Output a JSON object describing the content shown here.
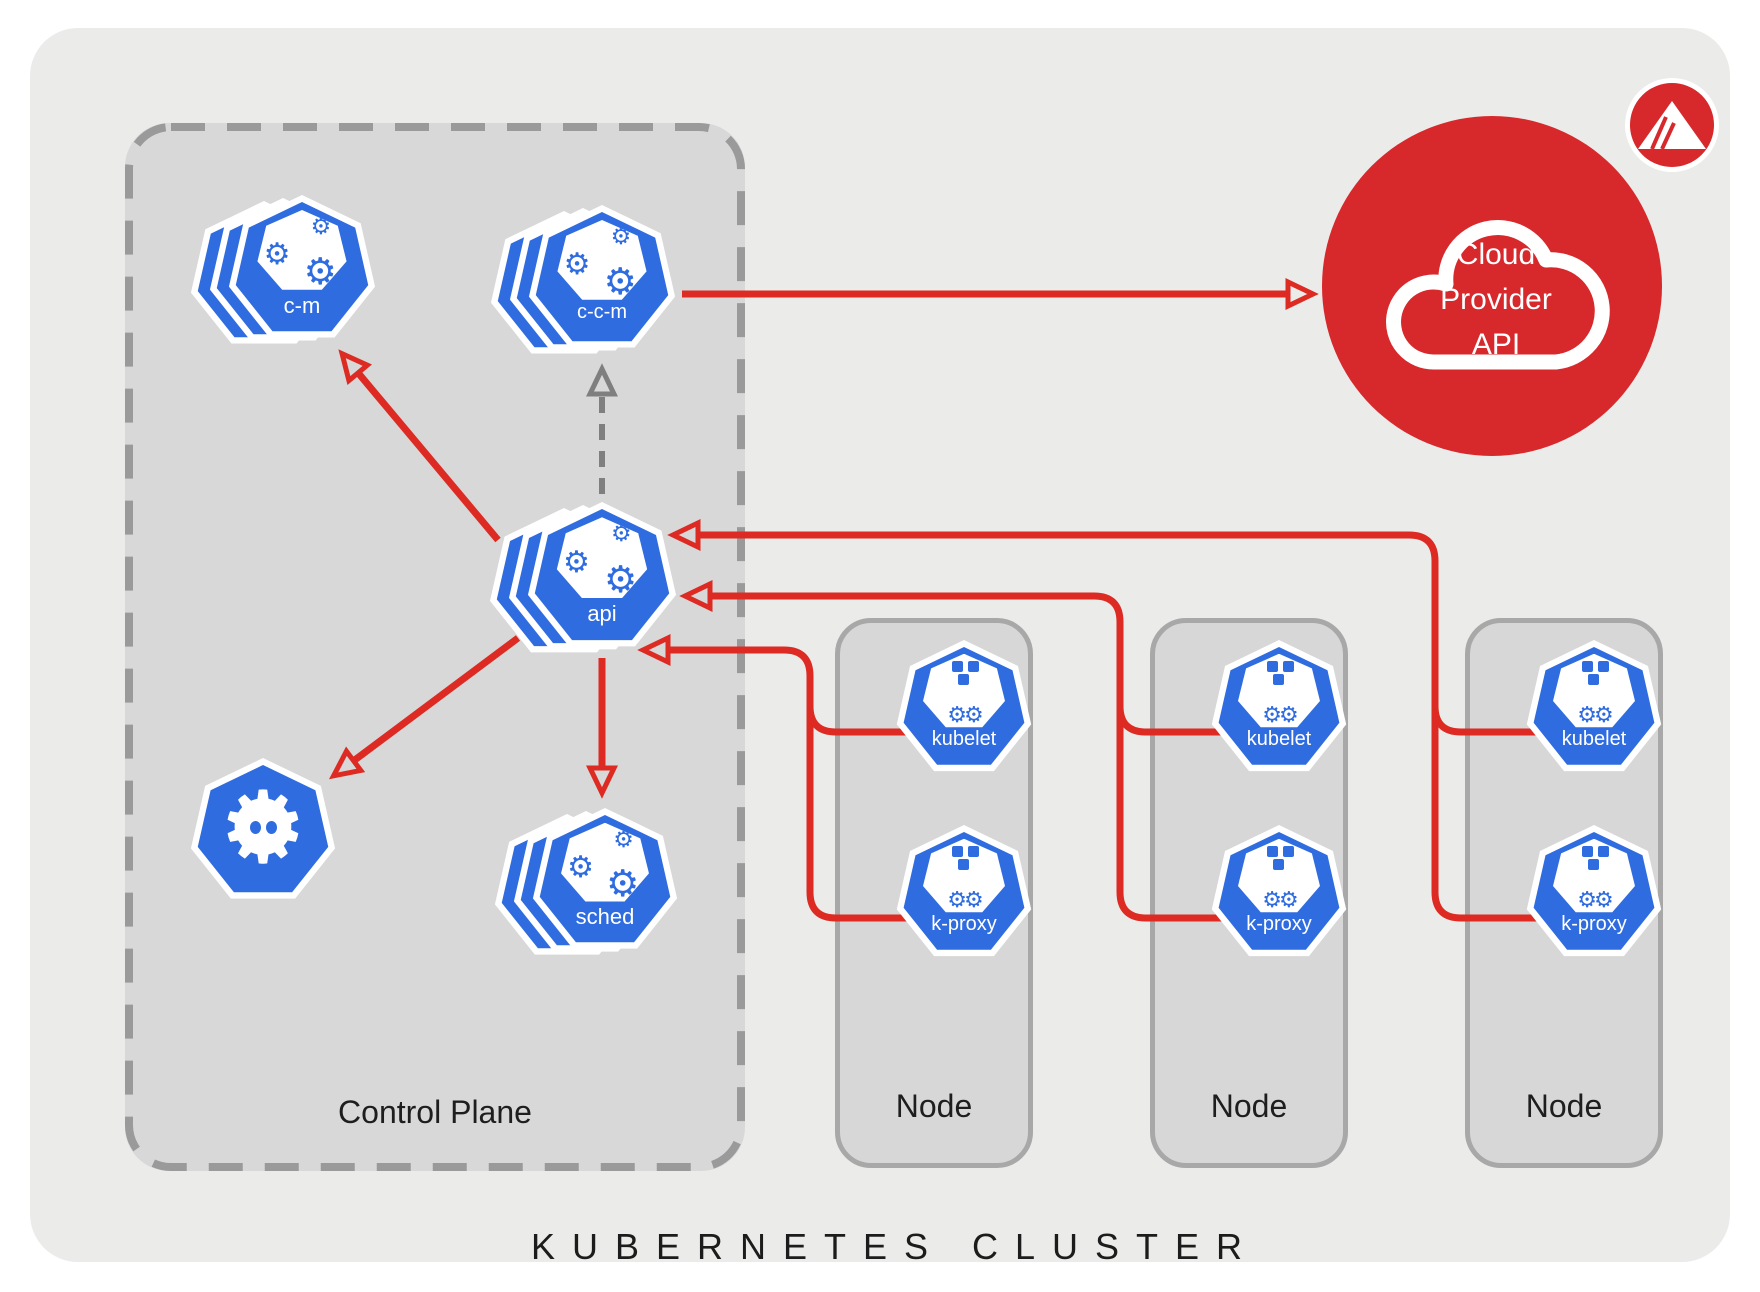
{
  "title": "KUBERNETES CLUSTER",
  "colors": {
    "kubernetes_blue": "#2f6ce0",
    "arrow_red": "#dd2a22",
    "cloud_red": "#d7282c",
    "control_plane_fill": "#d8d8d8",
    "node_fill": "#d7d7d7",
    "outer_fill": "#ebebe9",
    "dashed_gray": "#9a9a9a",
    "optional_arrow_gray": "#7f7f7f"
  },
  "control_plane": {
    "label": "Control Plane",
    "components": [
      {
        "label": "c-m",
        "icon": "gears-icon",
        "stacked": true
      },
      {
        "label": "c-c-m",
        "icon": "gears-icon",
        "stacked": true
      },
      {
        "label": "api",
        "icon": "gears-icon",
        "stacked": true
      },
      {
        "label": "sched",
        "icon": "gears-icon",
        "stacked": true
      },
      {
        "label": "",
        "icon": "etcd-face-icon",
        "stacked": false
      }
    ]
  },
  "nodes": [
    {
      "label": "Node",
      "components": [
        {
          "label": "kubelet",
          "icon": "cubes-gears-icon"
        },
        {
          "label": "k-proxy",
          "icon": "cubes-gears-icon"
        }
      ]
    },
    {
      "label": "Node",
      "components": [
        {
          "label": "kubelet",
          "icon": "cubes-gears-icon"
        },
        {
          "label": "k-proxy",
          "icon": "cubes-gears-icon"
        }
      ]
    },
    {
      "label": "Node",
      "components": [
        {
          "label": "kubelet",
          "icon": "cubes-gears-icon"
        },
        {
          "label": "k-proxy",
          "icon": "cubes-gears-icon"
        }
      ]
    }
  ],
  "cloud": {
    "lines": [
      "Cloud",
      "Provider",
      "API"
    ],
    "icon": "cloud-icon"
  },
  "badge": {
    "icon": "striped-triangle-logo"
  }
}
